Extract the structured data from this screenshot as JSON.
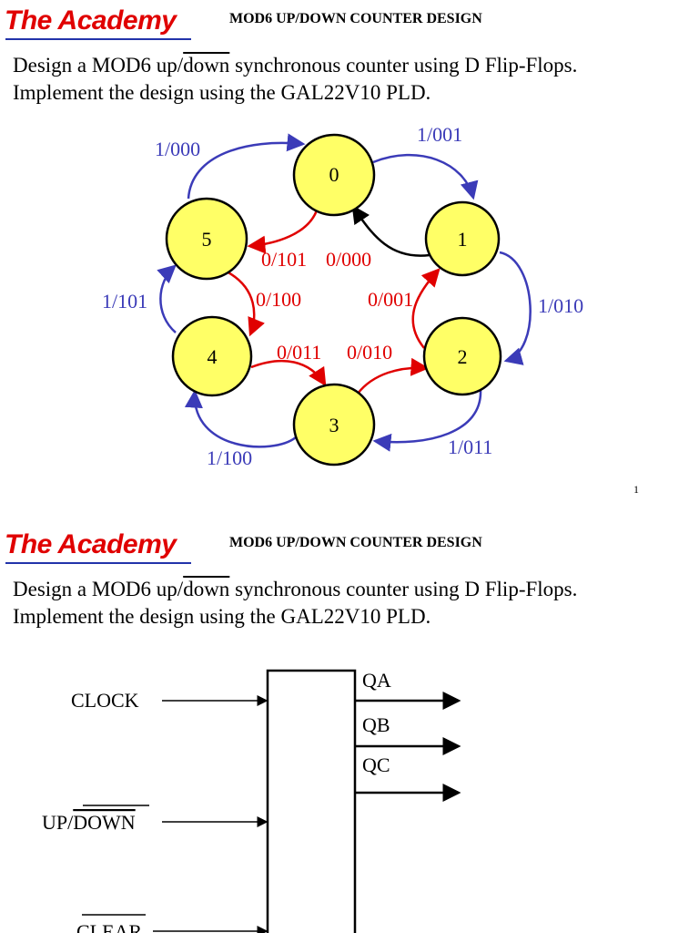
{
  "slides": [
    {
      "logo": "The Academy",
      "title": "MOD6 UP/DOWN COUNTER DESIGN",
      "problem": {
        "before": "Design a MOD6 up/",
        "overlined": "down",
        "after": " synchronous counter using D Flip-Flops. Implement the design using the GAL22V10 PLD."
      },
      "page_number": "1"
    },
    {
      "logo": "The Academy",
      "title": "MOD6 UP/DOWN COUNTER DESIGN",
      "problem": {
        "before": "Design a MOD6 up/",
        "overlined": "down",
        "after": " synchronous counter using D Flip-Flops. Implement the design using the GAL22V10 PLD."
      }
    }
  ],
  "state_diagram": {
    "states": [
      "0",
      "1",
      "2",
      "3",
      "4",
      "5"
    ],
    "transitions": [
      {
        "label": "1/000",
        "color": "#3b3bb8"
      },
      {
        "label": "1/001",
        "color": "#3b3bb8"
      },
      {
        "label": "1/010",
        "color": "#3b3bb8"
      },
      {
        "label": "1/011",
        "color": "#3b3bb8"
      },
      {
        "label": "1/100",
        "color": "#3b3bb8"
      },
      {
        "label": "1/101",
        "color": "#3b3bb8"
      },
      {
        "label": "0/000",
        "color": "#e00000"
      },
      {
        "label": "0/001",
        "color": "#e00000"
      },
      {
        "label": "0/010",
        "color": "#e00000"
      },
      {
        "label": "0/011",
        "color": "#e00000"
      },
      {
        "label": "0/100",
        "color": "#e00000"
      },
      {
        "label": "0/101",
        "color": "#e00000"
      }
    ]
  },
  "block_diagram": {
    "inputs": [
      {
        "text": "CLOCK",
        "over": ""
      },
      {
        "text": "UP/",
        "over": "DOWN"
      },
      {
        "text": "",
        "over": "CLEAR"
      }
    ],
    "outputs": [
      "QA",
      "QB",
      "QC"
    ]
  },
  "colors": {
    "blue_arrows": "#3b3bb8",
    "red_arrows": "#e00000",
    "state_fill": "#ffff66",
    "logo": "#e00000"
  }
}
